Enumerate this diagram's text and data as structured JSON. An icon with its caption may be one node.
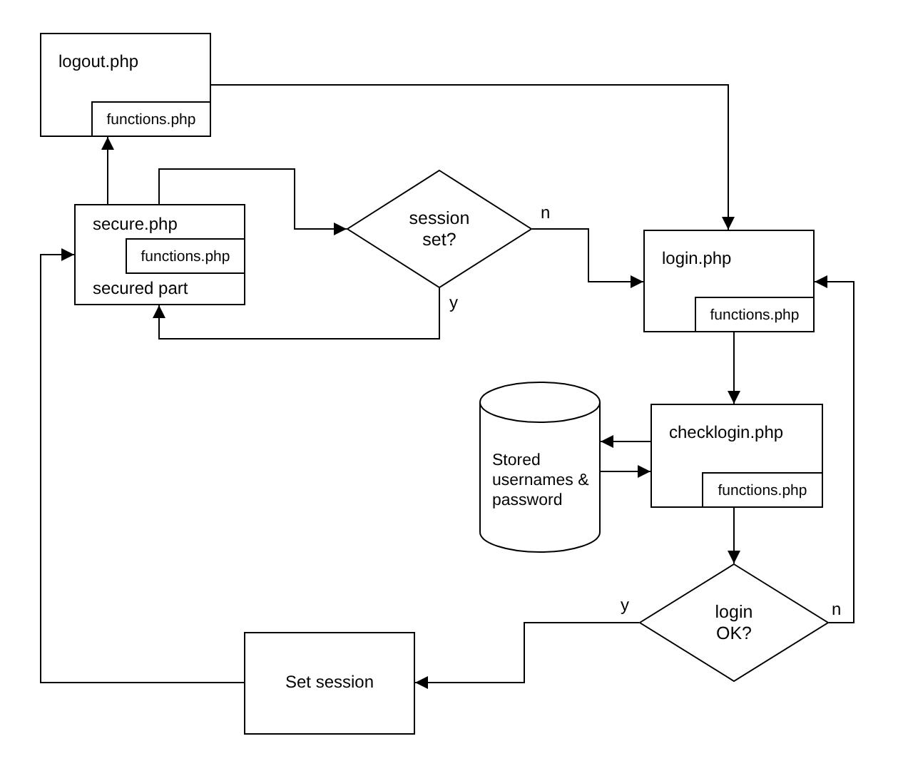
{
  "diagram": {
    "nodes": [
      {
        "text": [
          "logout.php"
        ]
      },
      {
        "text": [
          "functions.php"
        ],
        "in": 0
      },
      {
        "text": [
          "secure.php",
          "secured part"
        ]
      },
      {
        "text": [
          "functions.php"
        ],
        "in": 2
      },
      {
        "text": [
          "session set?"
        ]
      },
      {
        "text": [
          "login.php"
        ]
      },
      {
        "text": [
          "functions.php"
        ],
        "in": 5
      },
      {
        "text": [
          "Stored usernames & password"
        ]
      },
      {
        "text": [
          "checklogin.php"
        ]
      },
      {
        "text": [
          "functions.php"
        ],
        "in": 8
      },
      {
        "text": [
          "login OK?"
        ]
      },
      {
        "text": [
          "Set session"
        ]
      }
    ],
    "edges": [
      {
        "from": 2,
        "to": 0,
        "arrow": "to"
      },
      {
        "from": 2,
        "to": 4,
        "arrow": "to"
      },
      {
        "from": 4,
        "to": 2,
        "arrow": "to",
        "label": "y"
      },
      {
        "from": 4,
        "to": 5,
        "arrow": "to",
        "label": "n"
      },
      {
        "from": 0,
        "to": 5,
        "arrow": "to"
      },
      {
        "from": 5,
        "to": 8,
        "arrow": "to"
      },
      {
        "from": 8,
        "to": 7,
        "arrow": "to"
      },
      {
        "from": 7,
        "to": 8,
        "arrow": "to"
      },
      {
        "from": 8,
        "to": 10,
        "arrow": "to"
      },
      {
        "from": 10,
        "to": 11,
        "arrow": "to",
        "label": "y"
      },
      {
        "from": 10,
        "to": 5,
        "arrow": "to",
        "label": "n"
      },
      {
        "from": 11,
        "to": 2,
        "arrow": "to"
      }
    ]
  }
}
